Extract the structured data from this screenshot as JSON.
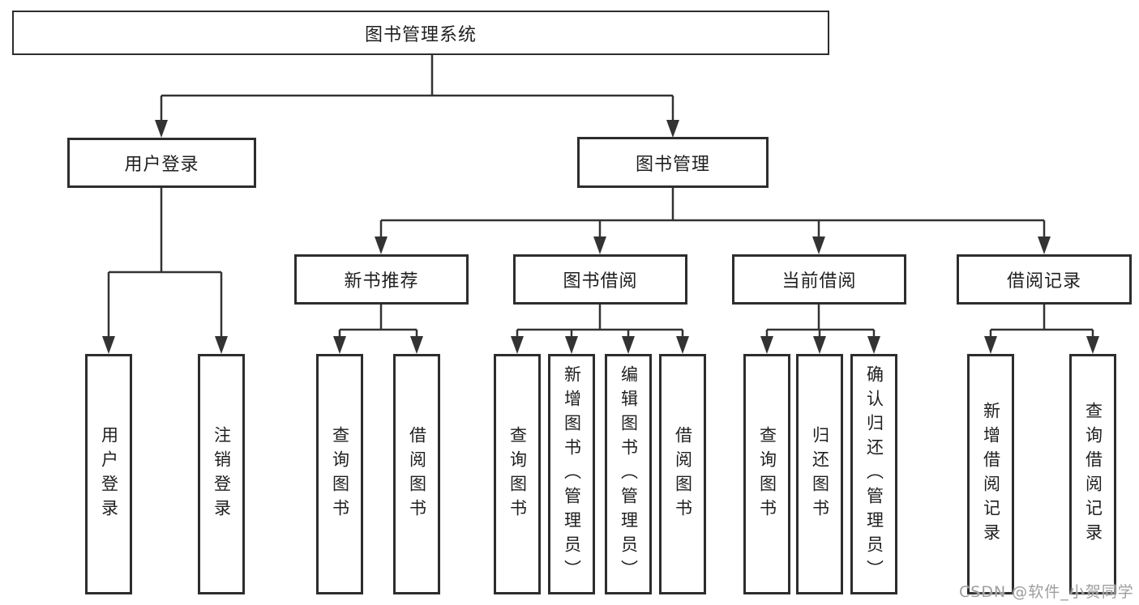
{
  "diagram": {
    "root": {
      "label": "图书管理系统"
    },
    "level1": [
      {
        "id": "user-login",
        "label": "用户登录"
      },
      {
        "id": "book-management",
        "label": "图书管理"
      }
    ],
    "level2": [
      {
        "id": "new-book-recommend",
        "label": "新书推荐"
      },
      {
        "id": "book-borrowing",
        "label": "图书借阅"
      },
      {
        "id": "current-borrowing",
        "label": "当前借阅"
      },
      {
        "id": "borrowing-records",
        "label": "借阅记录"
      }
    ],
    "leaves_user_login": [
      {
        "label": "用户登录"
      },
      {
        "label": "注销登录"
      }
    ],
    "leaves_new_book_recommend": [
      {
        "label": "查询图书"
      },
      {
        "label": "借阅图书"
      }
    ],
    "leaves_book_borrowing": [
      {
        "label": "查询图书"
      },
      {
        "label": "新增图书（管理员）"
      },
      {
        "label": "编辑图书（管理员）"
      },
      {
        "label": "借阅图书"
      }
    ],
    "leaves_current_borrowing": [
      {
        "label": "查询图书"
      },
      {
        "label": "归还图书"
      },
      {
        "label": "确认归还（管理员）"
      }
    ],
    "leaves_borrowing_records": [
      {
        "label": "新增借阅记录"
      },
      {
        "label": "查询借阅记录"
      }
    ]
  },
  "watermark": {
    "text": "CSDN @软件_小贺同学"
  },
  "colors": {
    "line": "#333333",
    "box_border": "#2d2d2d",
    "text": "#1f1f1f",
    "background": "#ffffff",
    "watermark_text": "#9e9e9e"
  }
}
